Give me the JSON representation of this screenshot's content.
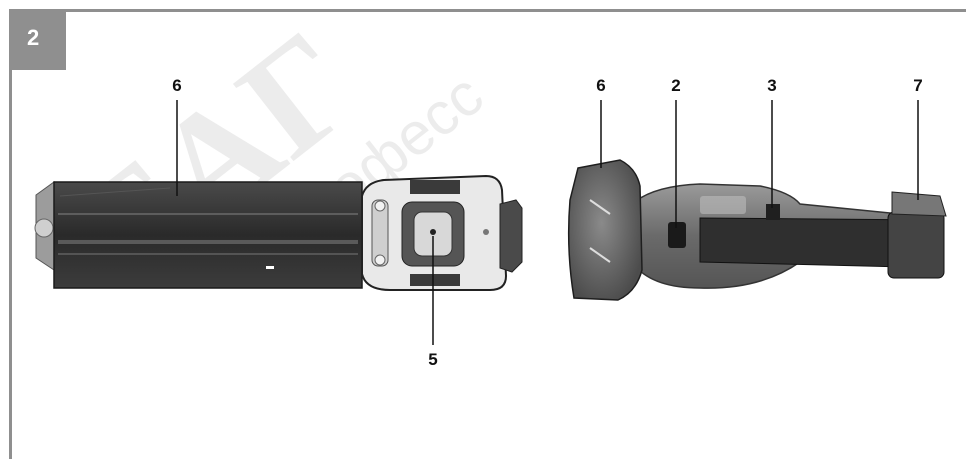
{
  "figure": {
    "number": "2",
    "callouts": {
      "left_6": "6",
      "left_5": "5",
      "right_6": "6",
      "right_2": "2",
      "right_3": "3",
      "right_7": "7"
    },
    "watermark": "БАГ Профессионал"
  }
}
